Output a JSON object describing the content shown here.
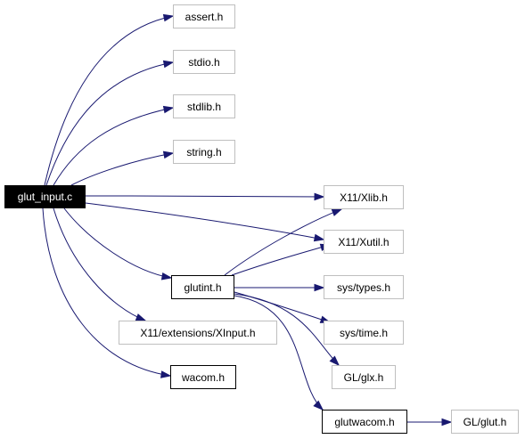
{
  "colors": {
    "edge": "#191970",
    "root_fill": "#000000",
    "root_text": "#ffffff",
    "linked_border": "#000000",
    "external_border": "#bfbfbf"
  },
  "nodes": {
    "glut_input_c": "glut_input.c",
    "assert_h": "assert.h",
    "stdio_h": "stdio.h",
    "stdlib_h": "stdlib.h",
    "string_h": "string.h",
    "x11_xlib_h": "X11/Xlib.h",
    "x11_xutil_h": "X11/Xutil.h",
    "glutint_h": "glutint.h",
    "sys_types_h": "sys/types.h",
    "sys_time_h": "sys/time.h",
    "x11_extensions_xinput_h": "X11/extensions/XInput.h",
    "gl_glx_h": "GL/glx.h",
    "wacom_h": "wacom.h",
    "glutwacom_h": "glutwacom.h",
    "gl_glut_h": "GL/glut.h"
  },
  "edges": [
    {
      "from": "glut_input_c",
      "to": "assert_h"
    },
    {
      "from": "glut_input_c",
      "to": "stdio_h"
    },
    {
      "from": "glut_input_c",
      "to": "stdlib_h"
    },
    {
      "from": "glut_input_c",
      "to": "string_h"
    },
    {
      "from": "glut_input_c",
      "to": "x11_xlib_h"
    },
    {
      "from": "glut_input_c",
      "to": "x11_xutil_h"
    },
    {
      "from": "glut_input_c",
      "to": "glutint_h"
    },
    {
      "from": "glut_input_c",
      "to": "x11_extensions_xinput_h"
    },
    {
      "from": "glut_input_c",
      "to": "wacom_h"
    },
    {
      "from": "glutint_h",
      "to": "x11_xlib_h"
    },
    {
      "from": "glutint_h",
      "to": "x11_xutil_h"
    },
    {
      "from": "glutint_h",
      "to": "sys_types_h"
    },
    {
      "from": "glutint_h",
      "to": "sys_time_h"
    },
    {
      "from": "glutint_h",
      "to": "gl_glx_h"
    },
    {
      "from": "glutint_h",
      "to": "glutwacom_h"
    },
    {
      "from": "glutwacom_h",
      "to": "gl_glut_h"
    }
  ]
}
